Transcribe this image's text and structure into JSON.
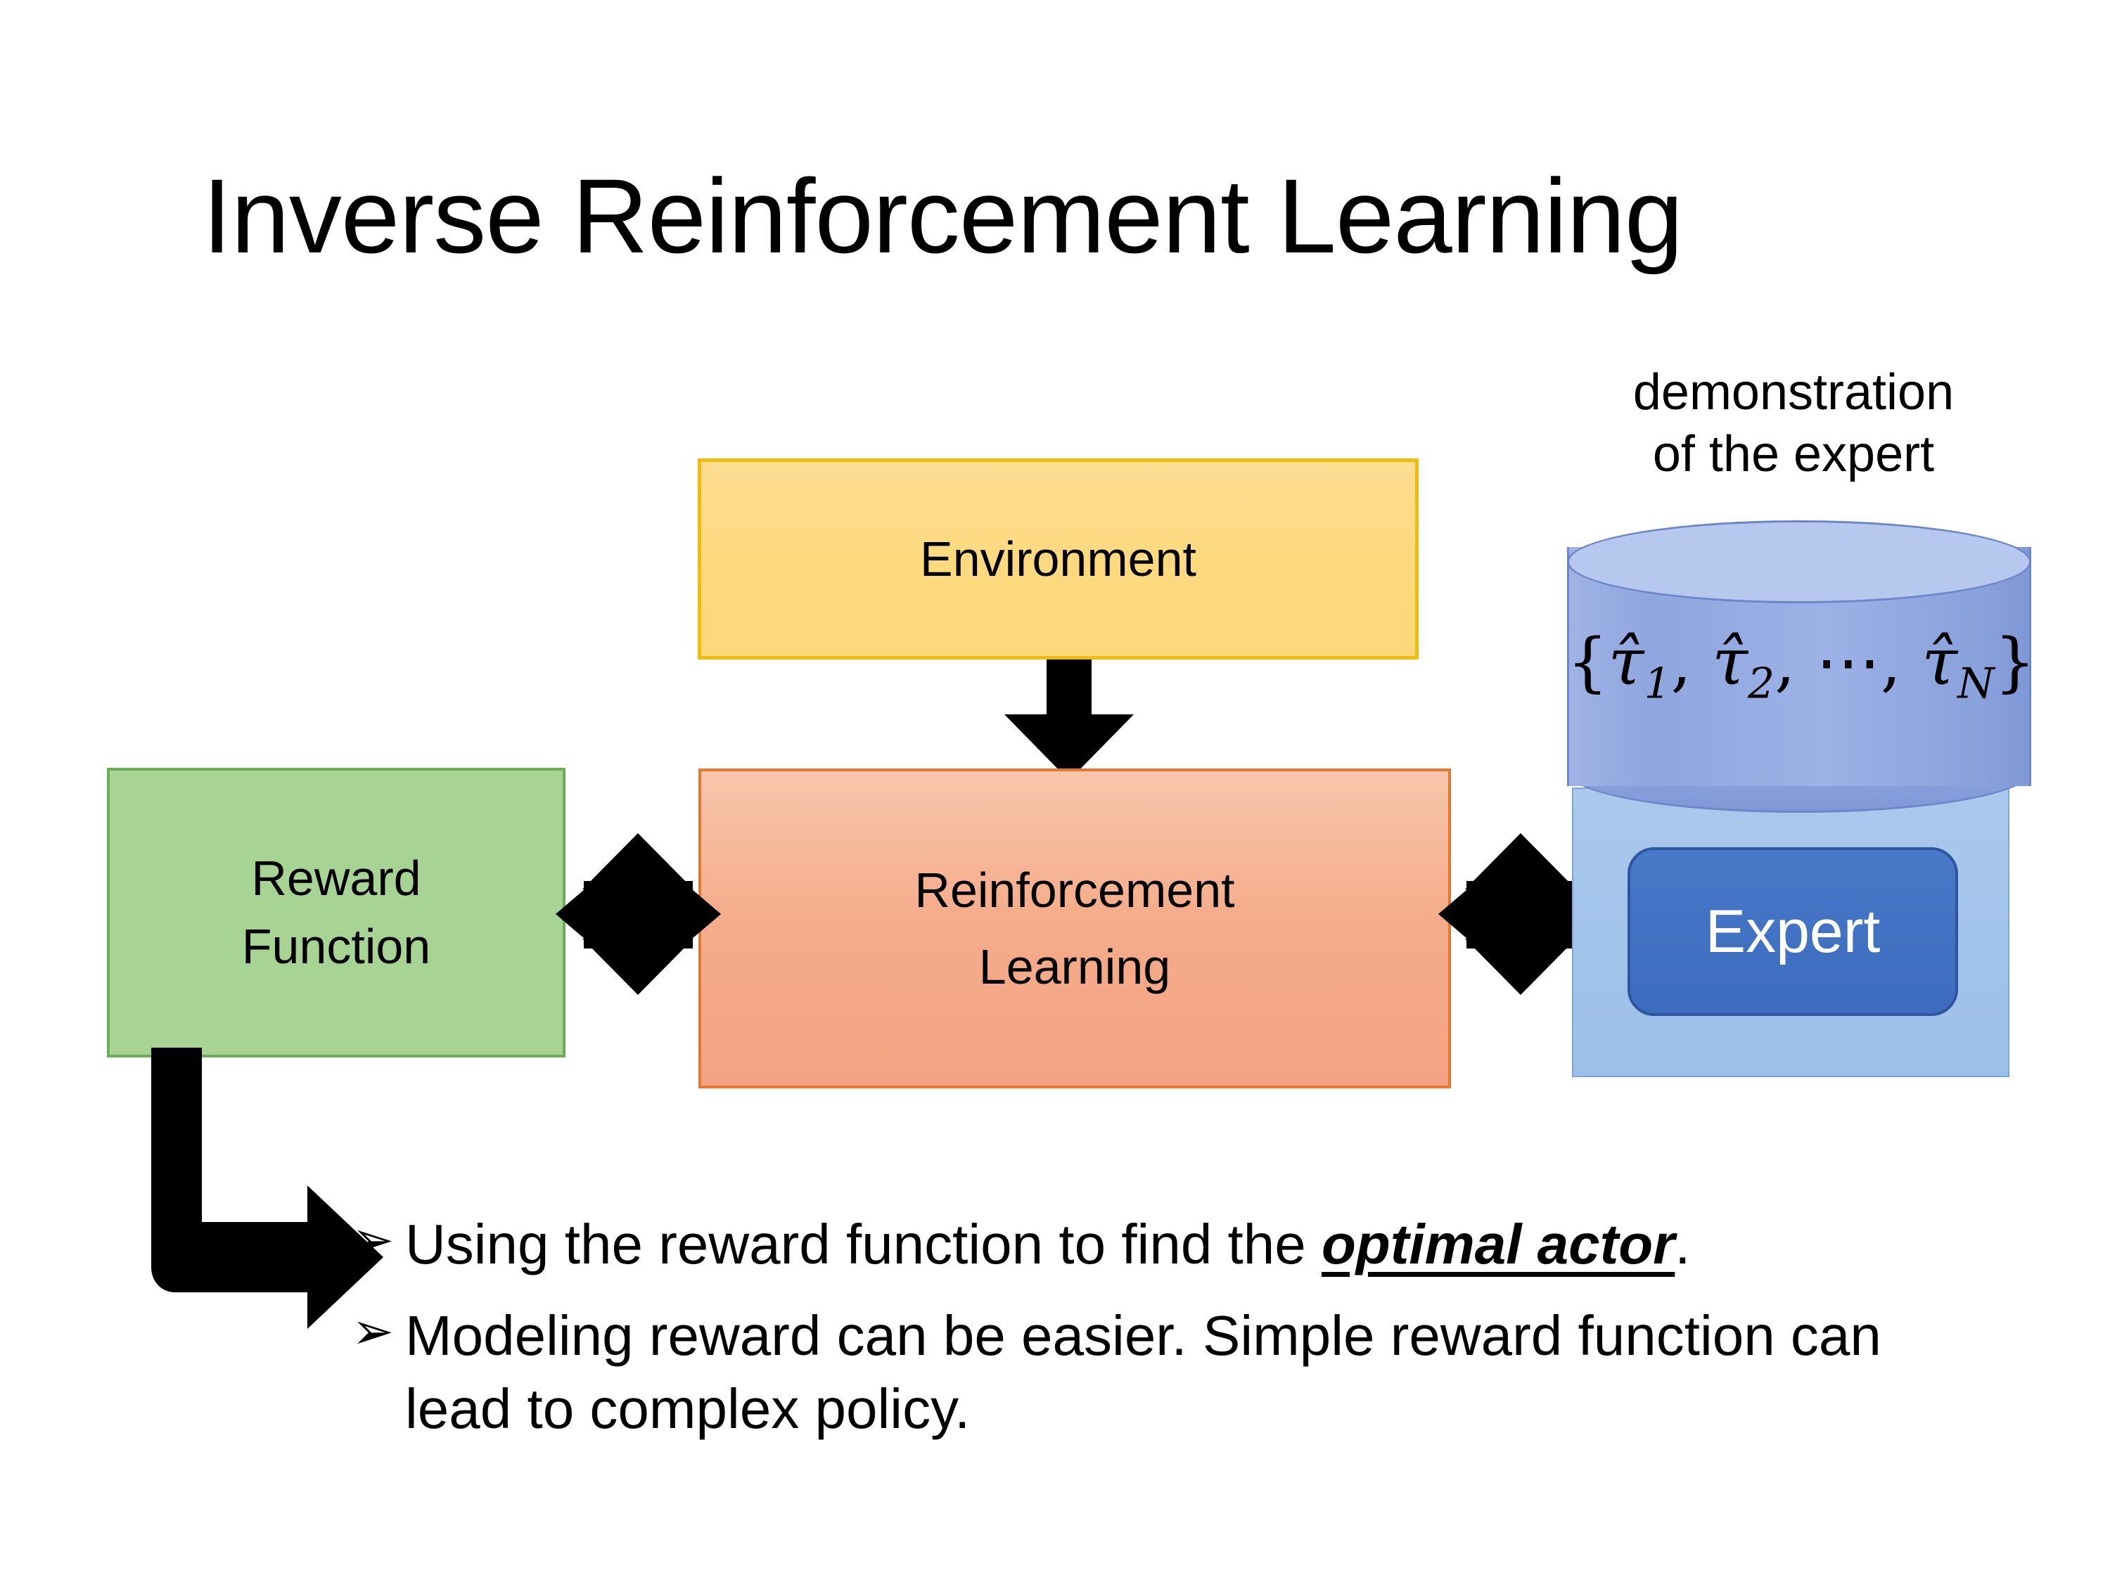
{
  "slide": {
    "title": "Inverse Reinforcement Learning",
    "background_color": "#ffffff"
  },
  "diagram": {
    "environment": {
      "label": "Environment",
      "fill_color": "#ffd87b",
      "border_color": "#f0bc0e"
    },
    "reinforcement_learning": {
      "label": "Reinforcement\nLearning",
      "line1": "Reinforcement",
      "line2": "Learning",
      "fill_color": "#f5ad8b",
      "border_color": "#e8762c"
    },
    "reward_function": {
      "label": "Reward\nFunction",
      "line1": "Reward",
      "line2": "Function",
      "fill_color": "#a7d495",
      "border_color": "#6fae58"
    },
    "demonstration": {
      "caption_line1": "demonstration",
      "caption_line2": "of the expert",
      "cylinder_contents": "{τ̂1, τ̂2, ⋯, τ̂N}",
      "cylinder_open_brace": "{",
      "cylinder_tau1": "τ̂",
      "cylinder_tau1_sub": "1",
      "cylinder_comma1": ", ",
      "cylinder_tau2": "τ̂",
      "cylinder_tau2_sub": "2",
      "cylinder_comma2": ", ",
      "cylinder_dots": "⋯",
      "cylinder_comma3": ", ",
      "cylinder_tauN": "τ̂",
      "cylinder_tauN_sub": "N",
      "cylinder_close_brace": "}",
      "cylinder_fill_color": "#93aae0",
      "cylinder_top_color": "#b7c8ee",
      "panel_fill_color": "#a1c4ea"
    },
    "expert": {
      "label": "Expert",
      "fill_color": "#3d6cbe",
      "border_color": "#2d55a0",
      "text_color": "#ffffff"
    },
    "arrows": {
      "env_to_rl": "down-arrow-icon",
      "reward_to_rl": "bidirectional-arrow-icon",
      "rl_to_expert": "bidirectional-arrow-icon",
      "reward_to_bullets": "bent-elbow-arrow-icon",
      "color": "#000000"
    }
  },
  "bullets": {
    "marker": "➢",
    "items": [
      {
        "prefix": "Using the reward function to find the ",
        "emphasis": "optimal actor",
        "suffix": "."
      },
      {
        "prefix": "Modeling reward can be easier. Simple reward function can lead to complex policy.",
        "emphasis": "",
        "suffix": ""
      }
    ]
  }
}
